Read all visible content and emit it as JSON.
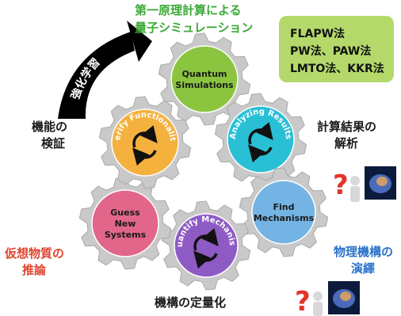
{
  "header": {
    "line1": "第一原理計算による",
    "line2": "量子シミュレーション"
  },
  "methods": [
    "FLAPW法",
    "PW法、PAW法",
    "LMTO法、KKR法"
  ],
  "reinforcement_arrow_label": "強化学習",
  "gears": [
    {
      "id": "quantum",
      "text": "Quantum Simulations",
      "lines": [
        "Quantum",
        "Simulations"
      ],
      "color": "#8bc53f",
      "curved": false,
      "has_cycle_icon": false
    },
    {
      "id": "analyzing",
      "text": "Analyzing Results",
      "color": "#29c0d6",
      "curved": true,
      "has_cycle_icon": true
    },
    {
      "id": "find",
      "text": "Find Mechanisms",
      "lines": [
        "Find",
        "Mechanisms"
      ],
      "color": "#74b4e4",
      "curved": false,
      "has_cycle_icon": false
    },
    {
      "id": "quantify",
      "text": "Quantify Mechanism",
      "color": "#8e5bc4",
      "curved": true,
      "has_cycle_icon": true
    },
    {
      "id": "guess",
      "text": "Guess New Systems",
      "lines": [
        "Guess",
        "New",
        "Systems"
      ],
      "color": "#e2668a",
      "curved": false,
      "has_cycle_icon": false
    },
    {
      "id": "verify",
      "text": "Verify Functionality",
      "color": "#f4b13e",
      "curved": true,
      "has_cycle_icon": true
    }
  ],
  "side_labels": {
    "verify": [
      "機能の",
      "検証"
    ],
    "analysis": [
      "計算結果の",
      "解析"
    ],
    "hypothetical": [
      "仮想物質の",
      "推論"
    ],
    "physics": [
      "物理機構の",
      "演繹"
    ],
    "quantify": "機構の定量化"
  },
  "colors": {
    "green_text": "#3aa935",
    "red_text": "#e0452e",
    "blue_text": "#2b71c8",
    "method_box": "#b4d96a",
    "question_mark": "#e5332a",
    "arrow": "#000000"
  },
  "icons": [
    "question-person-icon",
    "brain-image-icon"
  ]
}
